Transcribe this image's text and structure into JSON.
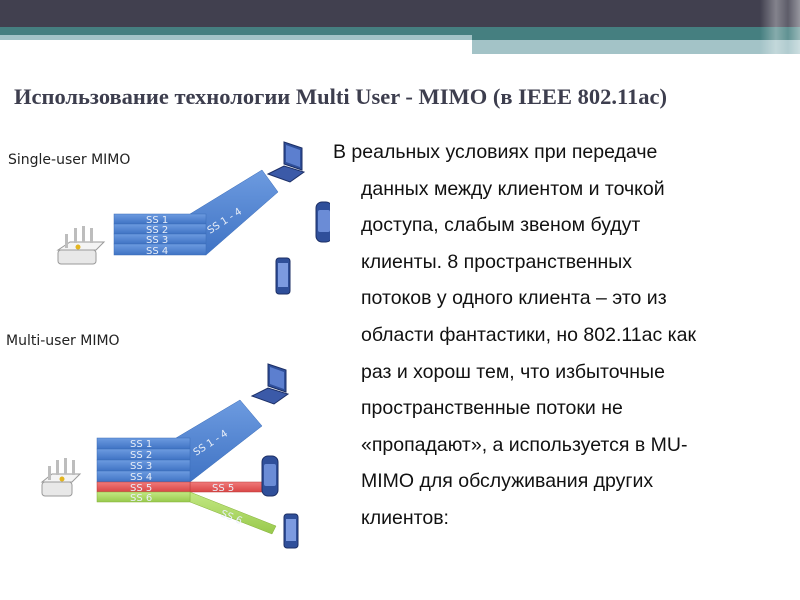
{
  "slide": {
    "title": "Использование технологии Multi User - MIMO (в IEEE 802.11ac)",
    "colors": {
      "header_dark": "#41404f",
      "header_teal": "#457f80",
      "header_light": "#a3c3c7",
      "title_text": "#3d3e4e",
      "stream_blue": "#4a7fcf",
      "stream_red": "#e05555",
      "stream_green": "#a6d45a",
      "device_blue": "#2f4f9a"
    }
  },
  "diagram": {
    "single_user": {
      "label": "Single-user MIMO",
      "streams": [
        "SS 1",
        "SS 2",
        "SS 3",
        "SS 4"
      ],
      "combined_label": "SS 1 - 4"
    },
    "multi_user": {
      "label": "Multi-user MIMO",
      "streams": [
        "SS 1",
        "SS 2",
        "SS 3",
        "SS 4",
        "SS 5",
        "SS 6"
      ],
      "combined_label": "SS 1 - 4",
      "ss5_label": "SS 5",
      "ss6_label": "SS 6"
    },
    "icons": [
      "router-icon",
      "laptop-icon",
      "smartphone-icon",
      "phone-icon"
    ]
  },
  "body": {
    "first_line": "В реальных условиях при передаче",
    "lines": [
      "данных между клиентом и точкой",
      "доступа, слабым звеном будут",
      "клиенты. 8 пространственных",
      "потоков у одного клиента – это из",
      "области фантастики, но 802.11ac как",
      "раз и хорош тем, что избыточные",
      "пространственные потоки не",
      "«пропадают», а используется в MU-",
      "MIMO для обслуживания других",
      "клиентов:"
    ]
  }
}
